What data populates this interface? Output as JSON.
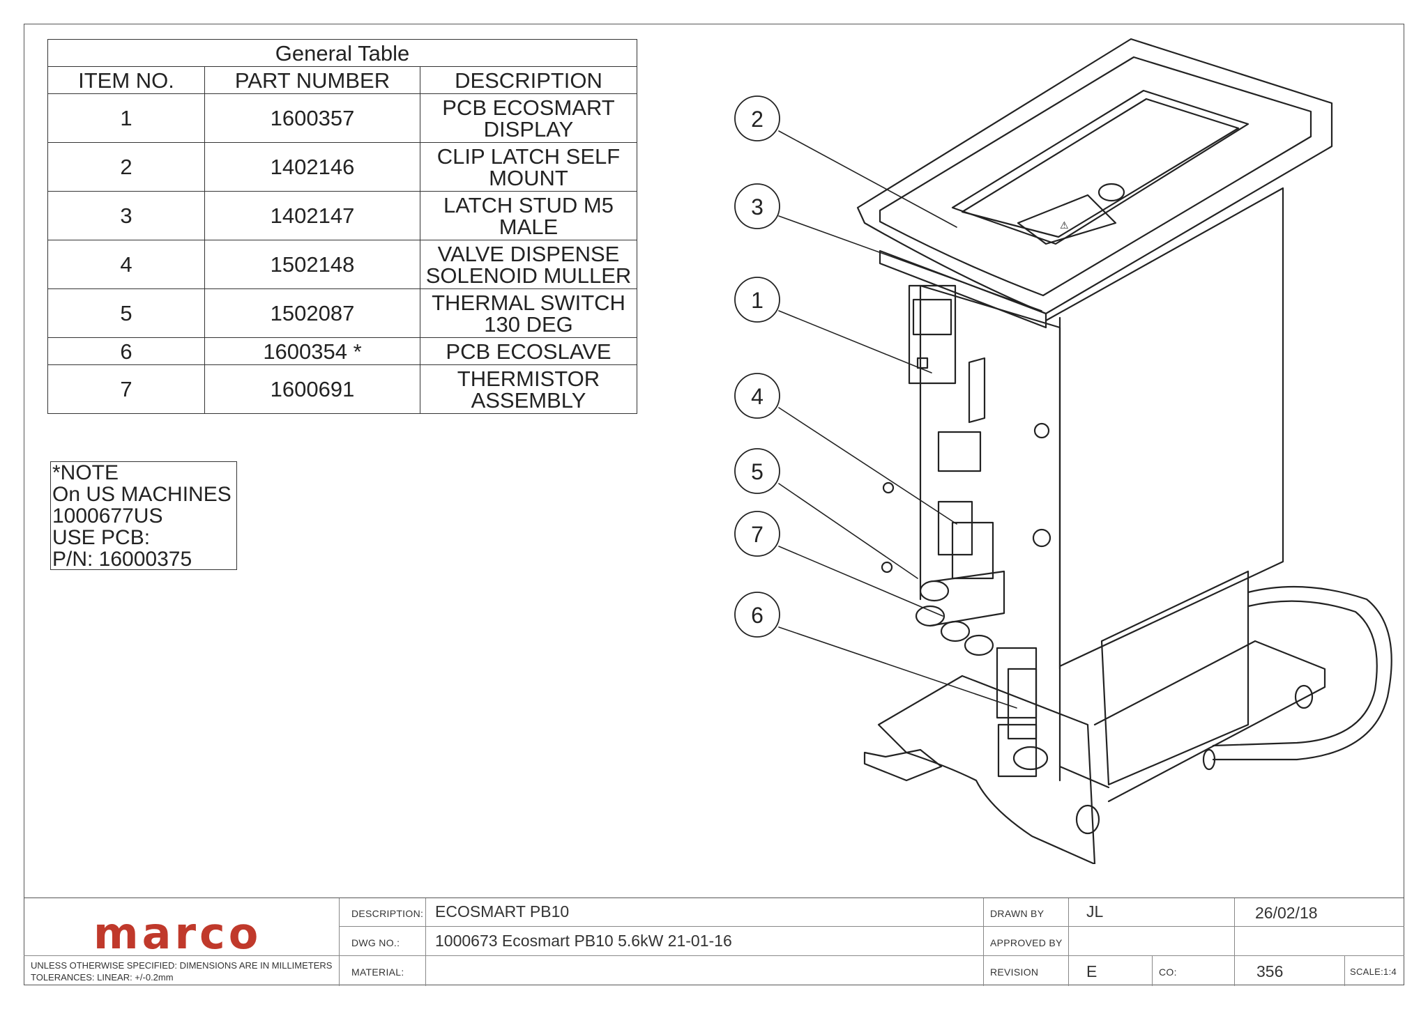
{
  "general_table": {
    "title": "General Table",
    "headers": [
      "ITEM NO.",
      "PART NUMBER",
      "DESCRIPTION"
    ],
    "rows": [
      {
        "item": "1",
        "part": "1600357",
        "desc1": "PCB ECOSMART",
        "desc2": "DISPLAY"
      },
      {
        "item": "2",
        "part": "1402146",
        "desc1": "CLIP LATCH SELF",
        "desc2": "MOUNT"
      },
      {
        "item": "3",
        "part": "1402147",
        "desc1": "LATCH STUD M5",
        "desc2": "MALE"
      },
      {
        "item": "4",
        "part": "1502148",
        "desc1": "VALVE DISPENSE",
        "desc2": "SOLENOID MULLER"
      },
      {
        "item": "5",
        "part": "1502087",
        "desc1": "THERMAL SWITCH",
        "desc2": "130 DEG"
      },
      {
        "item": "6",
        "part": "1600354 *",
        "desc1": "PCB ECOSLAVE",
        "desc2": ""
      },
      {
        "item": "7",
        "part": "1600691",
        "desc1": "THERMISTOR",
        "desc2": "ASSEMBLY"
      }
    ]
  },
  "note": {
    "lines": [
      "*NOTE",
      "On US MACHINES",
      "1000677US",
      "USE PCB:",
      "P/N: 16000375"
    ]
  },
  "balloons": [
    "2",
    "3",
    "1",
    "4",
    "5",
    "7",
    "6"
  ],
  "title_block": {
    "logo": "marco",
    "brand_color": "#c0392b",
    "tolerance_line1": "UNLESS OTHERWISE SPECIFIED: DIMENSIONS ARE IN MILLIMETERS",
    "tolerance_line2": "TOLERANCES: LINEAR: +/-0.2mm",
    "description_label": "DESCRIPTION:",
    "description_value": "ECOSMART PB10",
    "dwg_label": "DWG NO.:",
    "dwg_value": "1000673 Ecosmart PB10 5.6kW 21-01-16",
    "material_label": "MATERIAL:",
    "material_value": "",
    "drawn_by_label": "DRAWN BY",
    "drawn_by_value": "JL",
    "date_value": "26/02/18",
    "approved_label": "APPROVED BY",
    "revision_label": "REVISION",
    "revision_value": "E",
    "co_label": "CO:",
    "co_value": "356",
    "scale_label": "SCALE:1:4"
  }
}
